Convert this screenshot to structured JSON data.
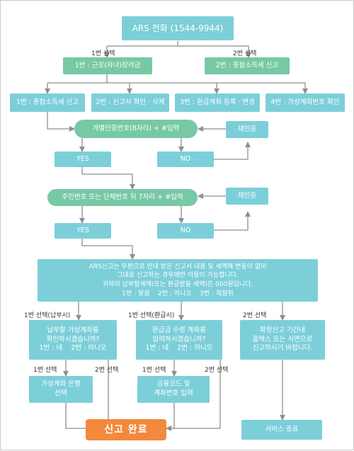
{
  "title": "ARS 전화 (1544-9944)",
  "top_choice": {
    "left": "1번 선택",
    "right": "2번 선택"
  },
  "branch": {
    "left": "1번 : 근로(자녀)장려금",
    "right": "2번 : 종합소득세 신고"
  },
  "menu": [
    "1번 : 종합소득세 신고",
    "2번 : 신고서 확인 · 삭제",
    "3번 : 환급계좌 등록 · 변경",
    "4번 : 가상계좌번호 확인"
  ],
  "step1": {
    "prompt": "개별인증번호(8자리) + #입력",
    "retry": "재인증",
    "yes": "YES",
    "no": "NO"
  },
  "step2": {
    "prompt": "주민번호 또는 단체번호 뒤 7자리 + #입력",
    "retry": "재인증",
    "yes": "YES",
    "no": "NO"
  },
  "notice": {
    "line1": "ARS신고는 우편으로 안내 받은 신고서 내용 및 세액에 변동이 없어",
    "line2": "그대로 신고하는 경우에만 이용이 가능합니다.",
    "line3": "귀하의 납부할세액(또는 환급받을 세액)은 000원입니다.",
    "line4": "1번 : 맞음    2번 : 아니오    3번 : 재청취"
  },
  "choices": {
    "pay": "1번 선택(납부시)",
    "refund": "1번 선택(환급시)",
    "no": "2번 선택"
  },
  "pay_q": {
    "line1": "납부할 가상계좌를",
    "line2": "확인하시겠습니까?",
    "line3": "1번 : 네    2번 : 아니오"
  },
  "refund_q": {
    "line1": "환급금 수령 계좌를",
    "line2": "입력하시겠습니까?",
    "line3": "1번 : 네    2번 : 아니오"
  },
  "confirm": {
    "line1": "확정신고 기간내",
    "line2": "홈택스 또는 서면으로",
    "line3": "신고하시기 바랍니다."
  },
  "sub_choice": {
    "a1": "1번 선택",
    "a2": "2번 선택",
    "b1": "1번 선택",
    "b2": "2번 선택"
  },
  "vacct": {
    "line1": "가상계좌 은행",
    "line2": "선택"
  },
  "bank": {
    "line1": "금융코드 및",
    "line2": "계좌번호 입력"
  },
  "complete": "신고 완료",
  "end": "서비스 종료"
}
